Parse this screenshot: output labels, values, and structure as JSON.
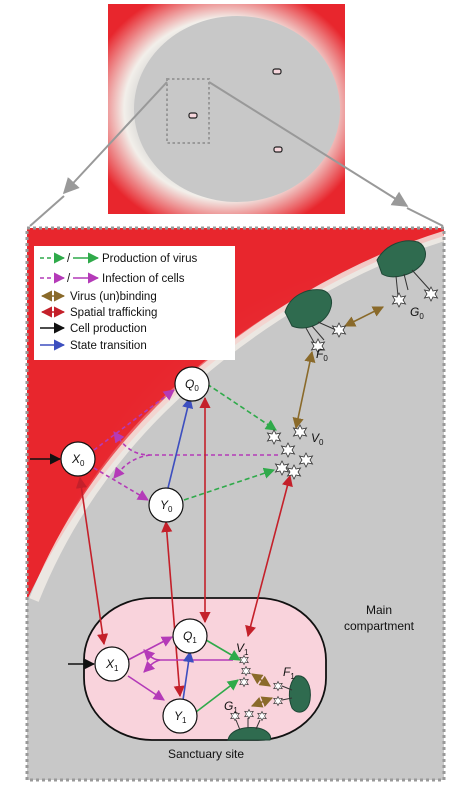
{
  "legend": {
    "items": [
      {
        "label": "Production of virus",
        "color_dashed": "#2faa4a",
        "color_solid": "#2faa4a",
        "slash": "/"
      },
      {
        "label": "Infection of cells",
        "color_dashed": "#b43ab8",
        "color_solid": "#b43ab8",
        "slash": "/"
      },
      {
        "label": "Virus (un)binding",
        "color": "#8a6a2a"
      },
      {
        "label": "Spatial trafficking",
        "color": "#c4202a"
      },
      {
        "label": "Cell production",
        "color": "#111111"
      },
      {
        "label": "State transition",
        "color": "#3d4fbf"
      }
    ]
  },
  "nodes": {
    "x0": {
      "letter": "X",
      "sub": "0"
    },
    "y0": {
      "letter": "Y",
      "sub": "0"
    },
    "q0": {
      "letter": "Q",
      "sub": "0"
    },
    "v0": {
      "letter": "V",
      "sub": "0"
    },
    "f0": {
      "letter": "F",
      "sub": "0"
    },
    "g0": {
      "letter": "G",
      "sub": "0"
    },
    "x1": {
      "letter": "X",
      "sub": "1"
    },
    "y1": {
      "letter": "Y",
      "sub": "1"
    },
    "q1": {
      "letter": "Q",
      "sub": "1"
    },
    "v1": {
      "letter": "V",
      "sub": "1"
    },
    "f1": {
      "letter": "F",
      "sub": "1"
    },
    "g1": {
      "letter": "G",
      "sub": "1"
    }
  },
  "regions": {
    "main_line1": "Main",
    "main_line2": "compartment",
    "sanctuary": "Sanctuary site"
  },
  "colors": {
    "red": "#e8262d",
    "grey": "#c8c8c8",
    "pink": "#f9d3dc",
    "dark_green": "#2f6b4f",
    "green": "#2faa4a",
    "purple": "#b43ab8",
    "brown": "#8a6a2a",
    "darkred": "#c4202a",
    "blue": "#3d4fbf"
  }
}
